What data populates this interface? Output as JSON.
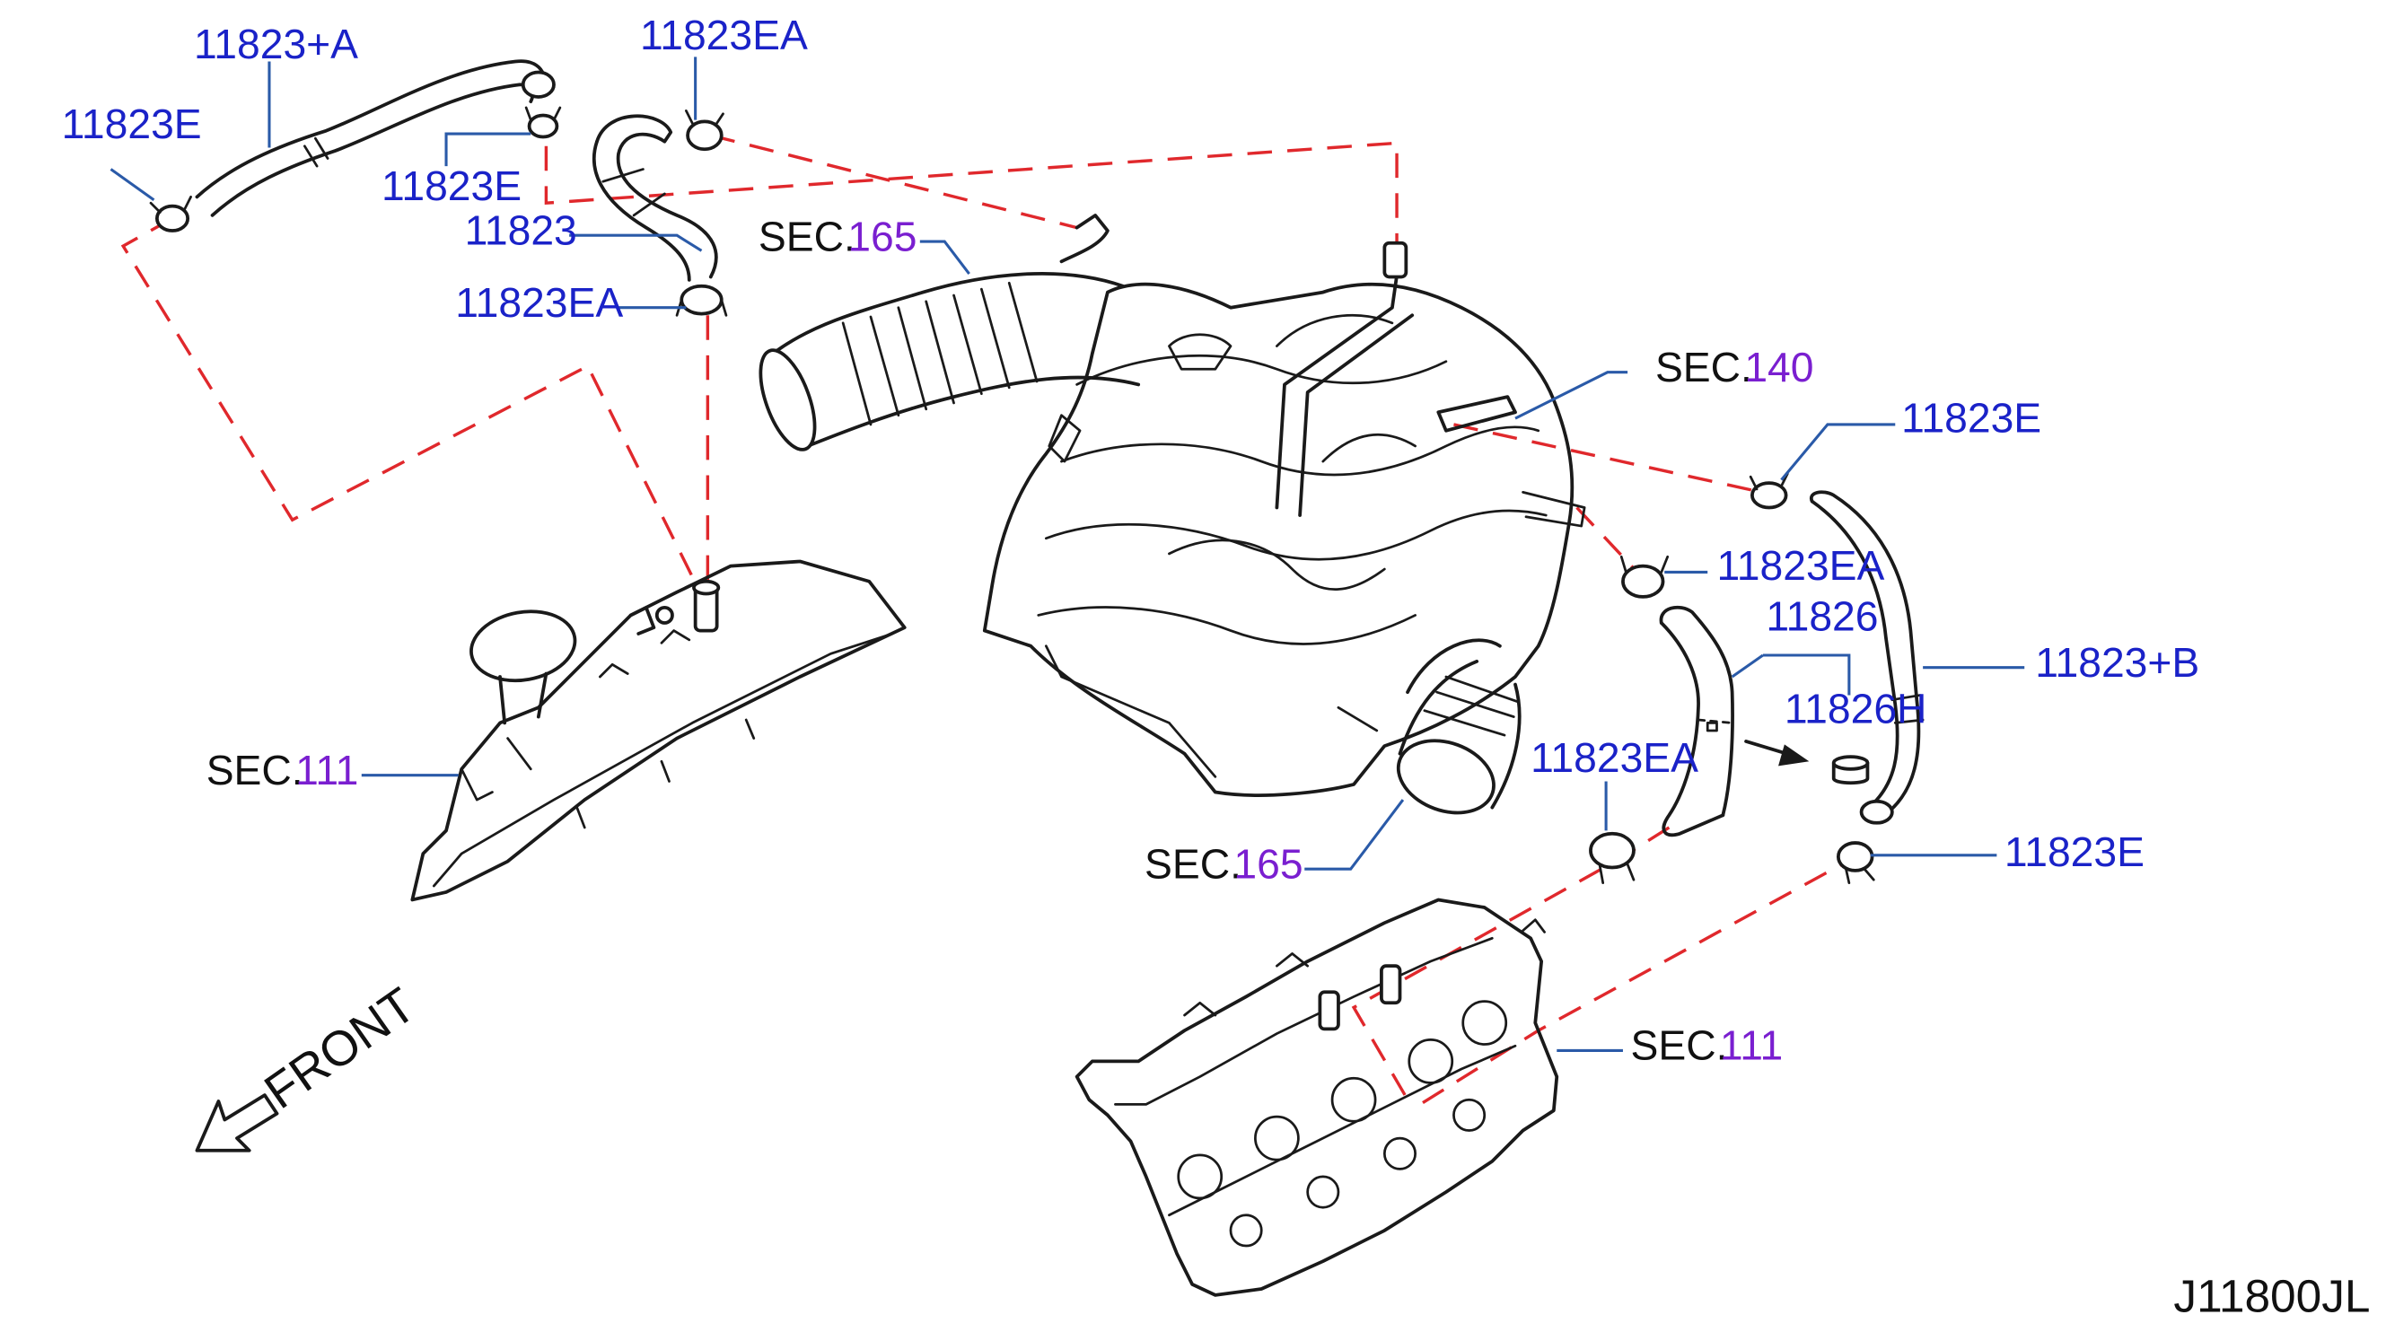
{
  "diagram": {
    "code": "J11800JL",
    "front_label": "FRONT",
    "callouts": {
      "c_11823A": "11823+A",
      "c_11823E_tl": "11823E",
      "c_11823EA_top": "11823EA",
      "c_11823E_mid": "11823E",
      "c_11823": "11823",
      "c_11823EA_left": "11823EA",
      "c_11823E_right": "11823E",
      "c_11823EA_right": "11823EA",
      "c_11826": "11826",
      "c_11826H": "11826H",
      "c_11823B": "11823+B",
      "c_11823EA_low": "11823EA",
      "c_11823E_low": "11823E"
    },
    "sections": {
      "s165_top": {
        "prefix": "SEC.",
        "num": "165"
      },
      "s140": {
        "prefix": "SEC.",
        "num": "140"
      },
      "s111_left": {
        "prefix": "SEC.",
        "num": "111"
      },
      "s165_low": {
        "prefix": "SEC.",
        "num": "165"
      },
      "s111_right": {
        "prefix": "SEC.",
        "num": "111"
      }
    },
    "colors": {
      "part_number": "#1a22c8",
      "section_number": "#7a1fd0",
      "dashed_connection": "#e0282c",
      "leader_line": "#2a5aa8",
      "line_art": "#1a1a1a"
    }
  }
}
